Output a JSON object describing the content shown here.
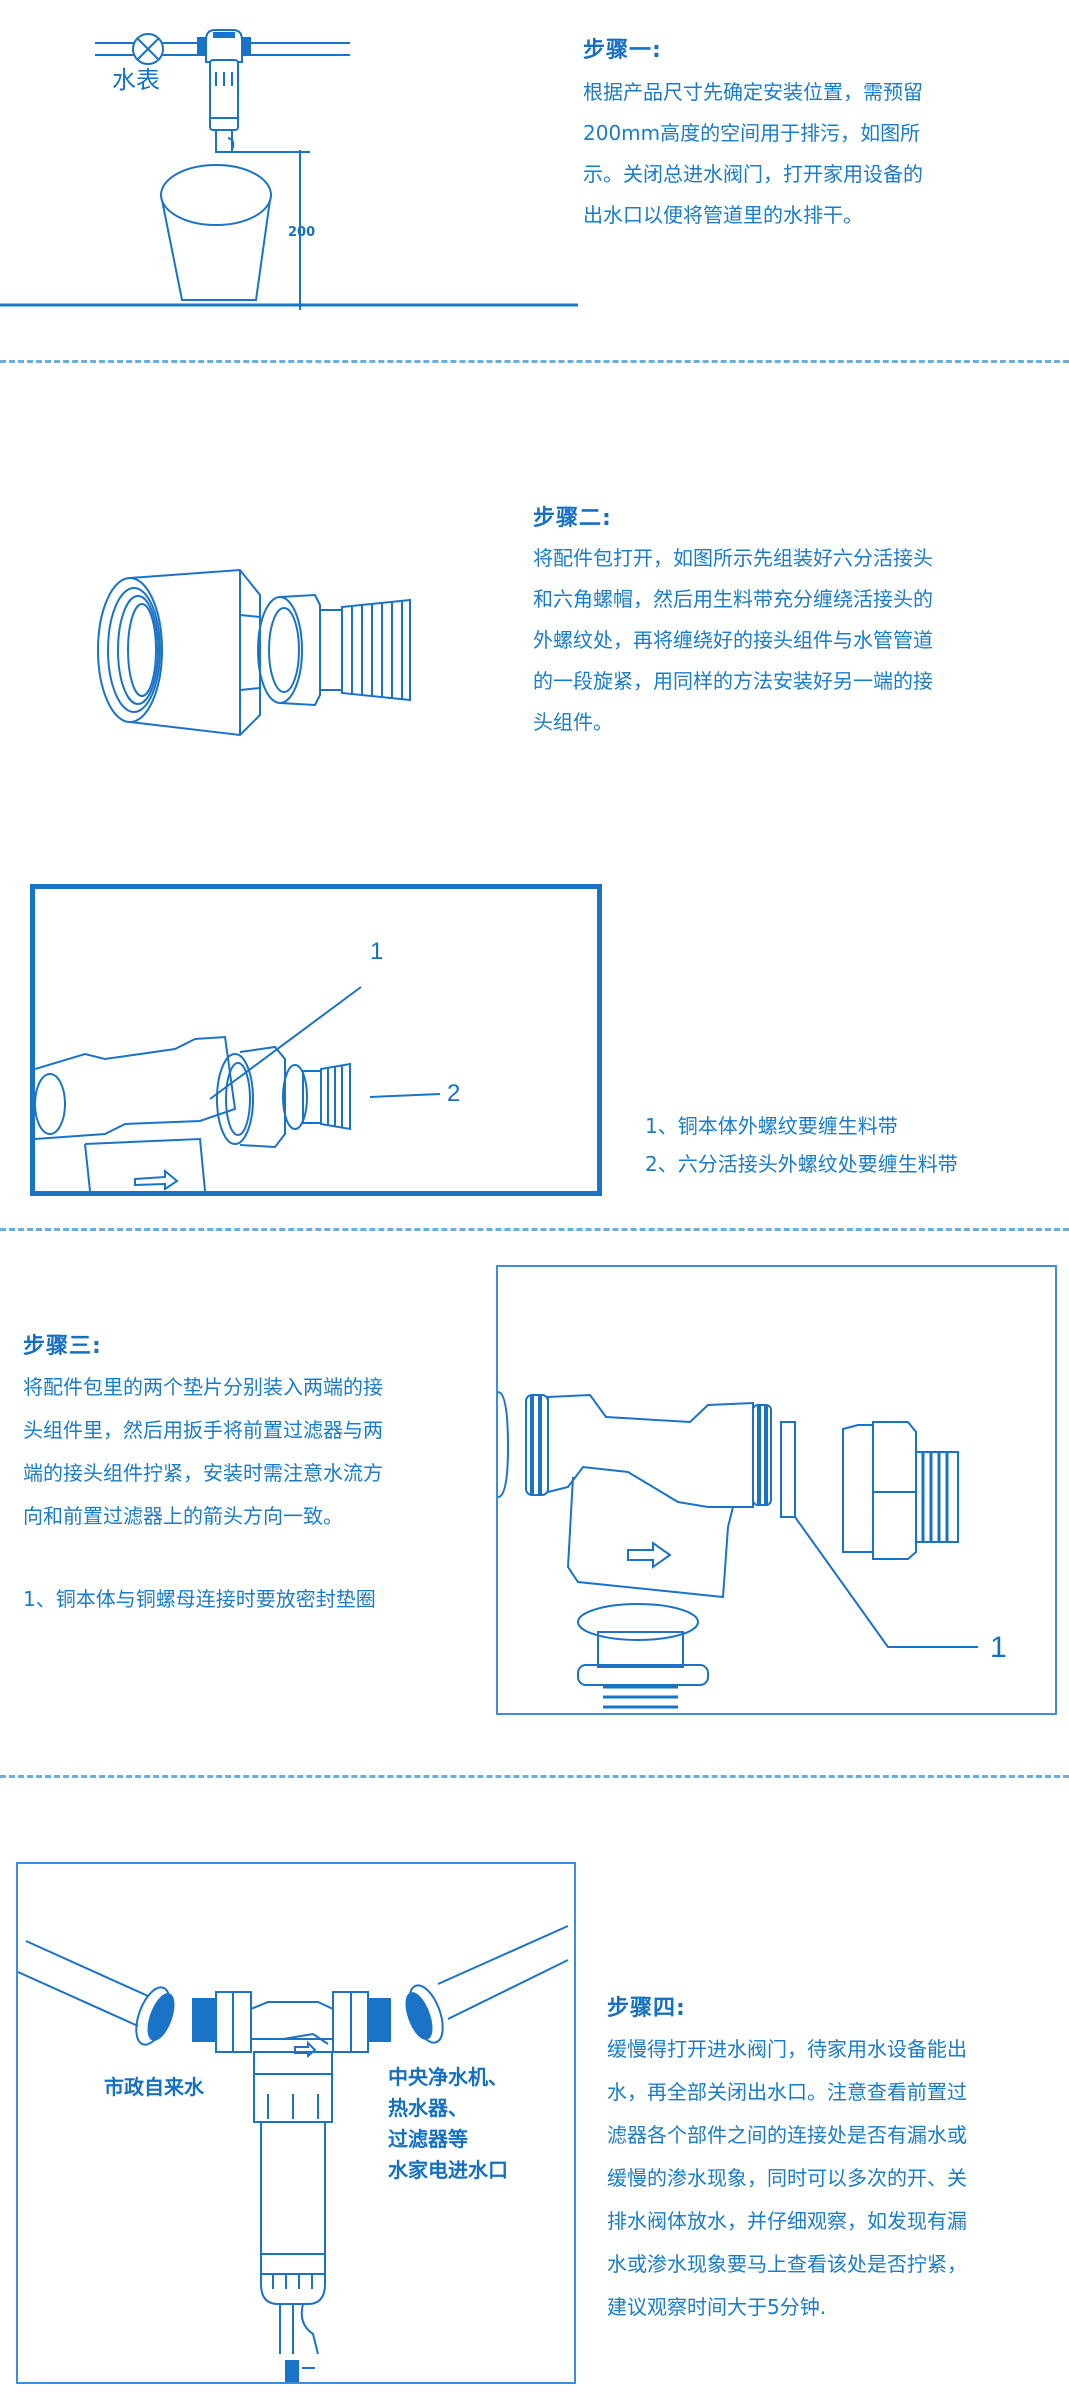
{
  "colors": {
    "primary": "#1a7cc9",
    "heading": "#1670c0",
    "line": "#1a73c6",
    "divider": "#6aaee0"
  },
  "step1": {
    "title": "步骤一:",
    "body": "根据产品尺寸先确定安装位置，需预留200mm高度的空间用于排污，如图所示。关闭总进水阀门，打开家用设备的出水口以便将管道里的水排干。",
    "lines": [
      "根据产品尺寸先确定安装位置，需预留",
      "200mm高度的空间用于排污，如图所",
      "示。关闭总进水阀门，打开家用设备的",
      "出水口以便将管道里的水排干。"
    ],
    "diagram": {
      "water_meter_label": "水表",
      "dimension_label": "200"
    }
  },
  "step2": {
    "title": "步骤二:",
    "lines": [
      "将配件包打开，如图所示先组装好六分活接头",
      "和六角螺帽，然后用生料带充分缠绕活接头的",
      "外螺纹处，再将缠绕好的接头组件与水管管道",
      "的一段旋紧，用同样的方法安装好另一端的接",
      "头组件。"
    ],
    "detail_diagram": {
      "callout_1": "1",
      "callout_2": "2"
    },
    "notes": [
      "1、铜本体外螺纹要缠生料带",
      "2、六分活接头外螺纹处要缠生料带"
    ]
  },
  "step3": {
    "title": "步骤三:",
    "lines": [
      "将配件包里的两个垫片分别装入两端的接",
      "头组件里，然后用扳手将前置过滤器与两",
      "端的接头组件拧紧，安装时需注意水流方",
      "向和前置过滤器上的箭头方向一致。"
    ],
    "note": "1、铜本体与铜螺母连接时要放密封垫圈",
    "diagram": {
      "callout_1": "1"
    }
  },
  "step4": {
    "title": "步骤四:",
    "lines": [
      "缓慢得打开进水阀门，待家用水设备能出",
      "水，再全部关闭出水口。注意查看前置过",
      "滤器各个部件之间的连接处是否有漏水或",
      "缓慢的渗水现象，同时可以多次的开、关",
      "排水阀体放水，并仔细观察，如发现有漏",
      "水或渗水现象要马上查看该处是否拧紧，",
      "建议观察时间大于5分钟."
    ],
    "diagram": {
      "inlet_label": "市政自来水",
      "outlet_label_lines": [
        "中央净水机、",
        "热水器、",
        "过滤器等",
        "水家电进水口"
      ]
    }
  }
}
